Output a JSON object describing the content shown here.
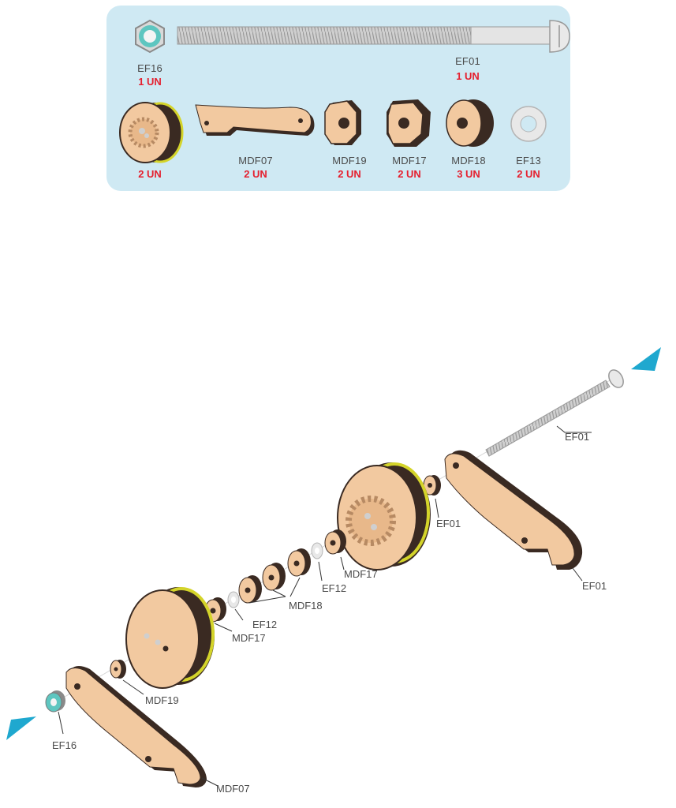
{
  "parts": [
    {
      "id": "ef16",
      "code": "EF16",
      "qty": "1 UN",
      "icon": "nut-icon"
    },
    {
      "id": "ef01",
      "code": "EF01",
      "qty": "1 UN",
      "icon": "screw-icon"
    },
    {
      "id": "wheel",
      "code": "",
      "qty": "2 UN",
      "icon": "gear-wheel-icon"
    },
    {
      "id": "mdf07",
      "code": "MDF07",
      "qty": "2 UN",
      "icon": "arm-bracket-icon"
    },
    {
      "id": "mdf19",
      "code": "MDF19",
      "qty": "2 UN",
      "icon": "spacer-notched-icon"
    },
    {
      "id": "mdf17",
      "code": "MDF17",
      "qty": "2 UN",
      "icon": "spacer-hex-icon"
    },
    {
      "id": "mdf18",
      "code": "MDF18",
      "qty": "3 UN",
      "icon": "spacer-round-icon"
    },
    {
      "id": "ef13",
      "code": "EF13",
      "qty": "2 UN",
      "icon": "washer-icon"
    }
  ],
  "callouts": {
    "ef01_screw": "EF01",
    "ef01_spacer": "EF01",
    "ef01_arm": "EF01",
    "mdf17_right": "MDF17",
    "ef12_right": "EF12",
    "mdf18": "MDF18",
    "ef12_left": "EF12",
    "mdf17_left": "MDF17",
    "mdf19": "MDF19",
    "ef16": "EF16",
    "mdf07": "MDF07"
  },
  "colors": {
    "panel": "#cfe9f3",
    "wood": "#f2c9a0",
    "wood_edge": "#3a2a22",
    "band": "#d4d42a",
    "qty": "#e5202f",
    "arrow": "#1fa8cf",
    "nut": "#5ec6c0",
    "metal": "#c8c8c8"
  }
}
